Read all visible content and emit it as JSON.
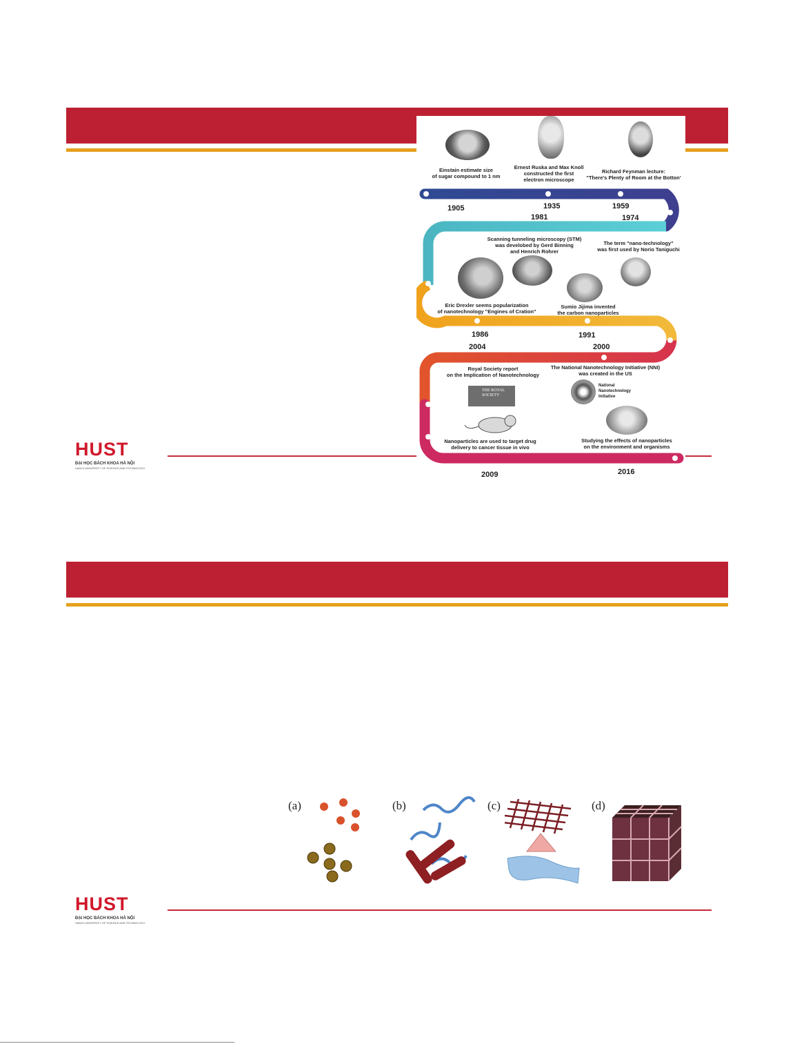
{
  "slides": [
    {
      "id": "timeline-slide"
    },
    {
      "id": "nanomaterials-slide"
    }
  ],
  "footer": {
    "logo_text": "HUST",
    "subtitle": "ĐẠI HỌC BÁCH KHOA HÀ NỘI",
    "subtitle_en": "HANOI UNIVERSITY OF SCIENCE AND TECHNOLOGY"
  },
  "timeline": {
    "events": [
      {
        "year": "1905",
        "caption": "Einstain estimate size\nof sugar compound to 1 nm"
      },
      {
        "year": "1935",
        "caption": "Ernest Ruska and Max Knoll\nconstructed the first\nelectron microscope"
      },
      {
        "year": "1959",
        "caption": "Richard Feynman lecture:\n\"There's Plenty of Room at the Botton'"
      },
      {
        "year": "1974",
        "caption": "The term \"nano-technology\"\nwas first used by Norio Taniguchi"
      },
      {
        "year": "1981",
        "caption": "Scanning tunneling microscopy (STM)\nwas develobed by Gerd Binning\nand Henrich Rohrer"
      },
      {
        "year": "1986",
        "caption": "Eric Drexler seems popularization\nof nanotechnology \"Engines of Cration\""
      },
      {
        "year": "1991",
        "caption": "Sumio Jijima invented\nthe carbon nanoparticles"
      },
      {
        "year": "2000",
        "caption": "The National Nanotechnology Initiative (NNI)\nwas created in the US"
      },
      {
        "year": "2004",
        "caption": "Royal Society report\non the Implication of Nanotechnology"
      },
      {
        "year": "2009",
        "caption": "Nanoparticles are used to target drug\ndelivery to cancer tissue in vivo"
      },
      {
        "year": "2016",
        "caption": "Studying the effects of nanoparticles\non the environment and organisms"
      }
    ],
    "royal_society_logo": "THE ROYAL\nSOCIETY",
    "nni_logo": "National\nNanotechnology\nInitiative"
  },
  "nanomaterials": {
    "labels": [
      "(a)",
      "(b)",
      "(c)",
      "(d)"
    ]
  },
  "colors": {
    "banner": "#bd2032",
    "gold": "#e5a01c",
    "brand_red": "#d0182b"
  }
}
